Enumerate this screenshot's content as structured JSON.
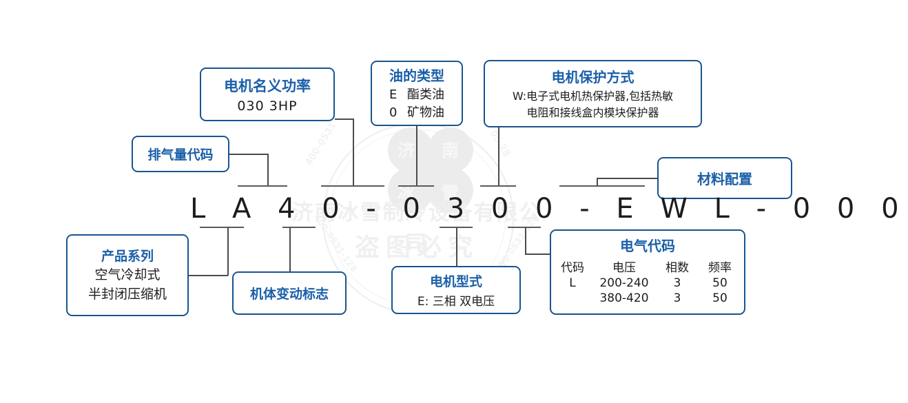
{
  "diagram": {
    "model_code": "L A 4 0 - 0 3 0 0 - E W L - 0 0 0",
    "watermark": {
      "company": "济南冰雪制冷设备有限公司",
      "slogan": "盗图必究",
      "logo_chars": [
        "济",
        "南",
        "冰",
        "雪"
      ],
      "phone_left": "400-0531",
      "phone_right": "05 28",
      "phone_bottom_left": "400-0531-128",
      "phone_bottom_right": "400-0531-128"
    }
  },
  "boxes": {
    "displacement": {
      "title": "排气量代码"
    },
    "power": {
      "title": "电机名义功率",
      "value": "030    3HP"
    },
    "oil": {
      "title": "油的类型",
      "rows": [
        {
          "code": "E",
          "name": "酯类油"
        },
        {
          "code": "0",
          "name": "矿物油"
        }
      ]
    },
    "protection": {
      "title": "电机保护方式",
      "line1": "W:电子式电机热保护器,包括热敏",
      "line2": "电阻和接线盒内模块保护器"
    },
    "material": {
      "title": "材料配置"
    },
    "series": {
      "title": "产品系列",
      "line1": "空气冷却式",
      "line2": "半封闭压缩机"
    },
    "body_change": {
      "title": "机体变动标志"
    },
    "motor_type": {
      "title": "电机型式",
      "value": "E: 三相 双电压"
    },
    "electric": {
      "title": "电气代码",
      "headers": [
        "代码",
        "电压",
        "相数",
        "频率"
      ],
      "rows": [
        [
          "L",
          "200-240",
          "3",
          "50"
        ],
        [
          "",
          "380-420",
          "3",
          "50"
        ]
      ]
    }
  },
  "colors": {
    "border": "#18548f",
    "title_text": "#1a5fa8",
    "body_text": "#1c1c1c",
    "connector": "#4a4a4a",
    "background": "#ffffff"
  }
}
